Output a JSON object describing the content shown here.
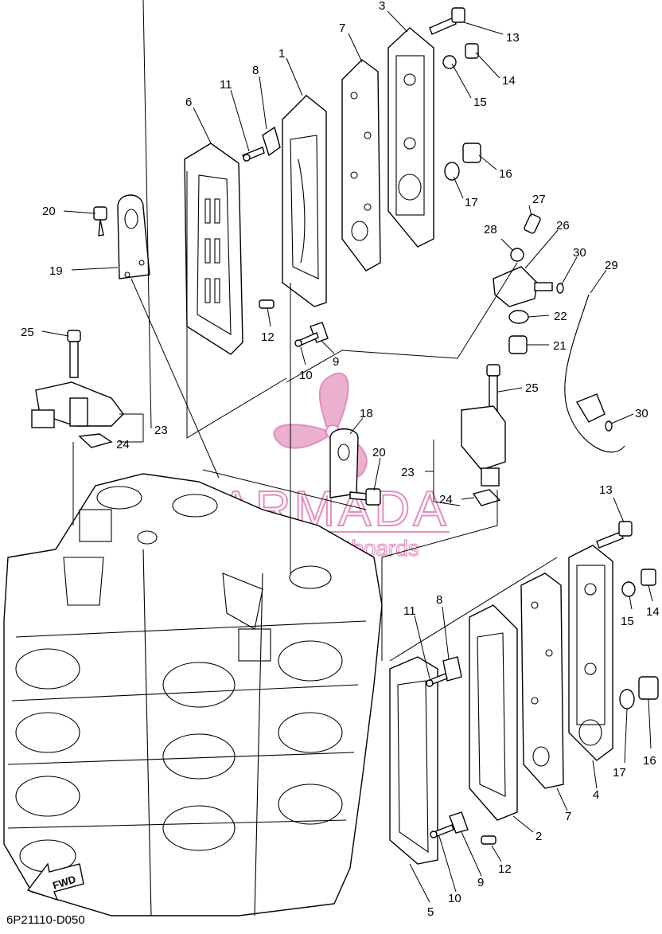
{
  "diagram": {
    "code": "6P21110-D050",
    "fwd_label": "FWD",
    "watermark": {
      "brand": "ARMADA",
      "tagline": "marine outboards",
      "color": "#e07ab0"
    },
    "callouts": [
      {
        "id": "c3a",
        "label": "3"
      },
      {
        "id": "c13a",
        "label": "13"
      },
      {
        "id": "c7a",
        "label": "7"
      },
      {
        "id": "c1a",
        "label": "1"
      },
      {
        "id": "c14a",
        "label": "14"
      },
      {
        "id": "c8a",
        "label": "8"
      },
      {
        "id": "c11a",
        "label": "11"
      },
      {
        "id": "c15a",
        "label": "15"
      },
      {
        "id": "c6a",
        "label": "6"
      },
      {
        "id": "c16a",
        "label": "16"
      },
      {
        "id": "c17a",
        "label": "17"
      },
      {
        "id": "c27",
        "label": "27"
      },
      {
        "id": "c20a",
        "label": "20"
      },
      {
        "id": "c28",
        "label": "28"
      },
      {
        "id": "c26",
        "label": "26"
      },
      {
        "id": "c30a",
        "label": "30"
      },
      {
        "id": "c29",
        "label": "29"
      },
      {
        "id": "c19",
        "label": "19"
      },
      {
        "id": "c12a",
        "label": "12"
      },
      {
        "id": "c22",
        "label": "22"
      },
      {
        "id": "c25a",
        "label": "25"
      },
      {
        "id": "c9a",
        "label": "9"
      },
      {
        "id": "c21",
        "label": "21"
      },
      {
        "id": "c10a",
        "label": "10"
      },
      {
        "id": "c25b",
        "label": "25"
      },
      {
        "id": "c23a",
        "label": "23"
      },
      {
        "id": "c24a",
        "label": "24"
      },
      {
        "id": "c18",
        "label": "18"
      },
      {
        "id": "c30b",
        "label": "30"
      },
      {
        "id": "c20b",
        "label": "20"
      },
      {
        "id": "c23b",
        "label": "23"
      },
      {
        "id": "c24b",
        "label": "24"
      },
      {
        "id": "c13b",
        "label": "13"
      },
      {
        "id": "c11b",
        "label": "11"
      },
      {
        "id": "c8b",
        "label": "8"
      },
      {
        "id": "c15b",
        "label": "15"
      },
      {
        "id": "c14b",
        "label": "14"
      },
      {
        "id": "c16b",
        "label": "16"
      },
      {
        "id": "c17b",
        "label": "17"
      },
      {
        "id": "c4",
        "label": "4"
      },
      {
        "id": "c7b",
        "label": "7"
      },
      {
        "id": "c2",
        "label": "2"
      },
      {
        "id": "c12b",
        "label": "12"
      },
      {
        "id": "c9b",
        "label": "9"
      },
      {
        "id": "c10b",
        "label": "10"
      },
      {
        "id": "c5",
        "label": "5"
      }
    ]
  }
}
